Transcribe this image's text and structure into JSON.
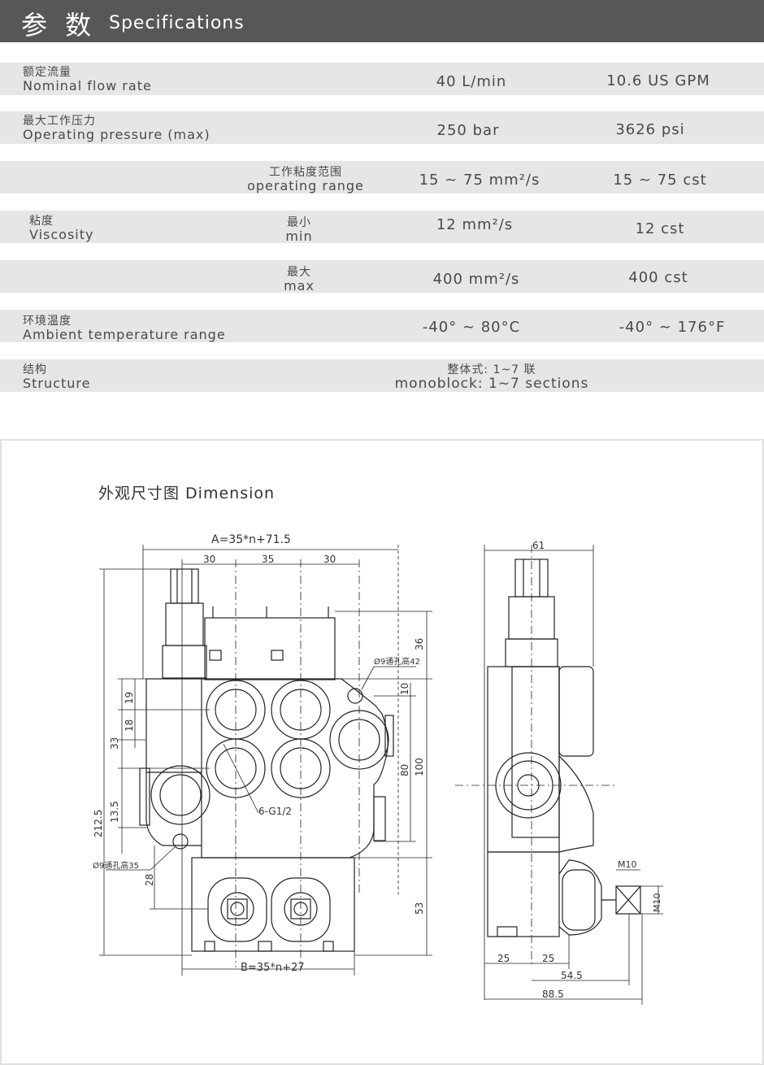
{
  "header": {
    "title_cn": "参 数",
    "title_en": "Specifications"
  },
  "specs": {
    "flow": {
      "label_cn": "额定流量",
      "label_en": "Nominal flow rate",
      "metric": "40 L/min",
      "imperial": "10.6 US GPM"
    },
    "pressure": {
      "label_cn": "最大工作压力",
      "label_en": "Operating pressure (max)",
      "metric": "250 bar",
      "imperial": "3626 psi"
    },
    "viscosity": {
      "label_cn": "粘度",
      "label_en": "Viscosity",
      "range": {
        "label_cn": "工作粘度范围",
        "label_en": "operating range",
        "metric": "15 ~ 75 mm²/s",
        "imperial": "15 ~ 75 cst"
      },
      "min": {
        "label_cn": "最小",
        "label_en": "min",
        "metric": "12 mm²/s",
        "imperial": "12 cst"
      },
      "max": {
        "label_cn": "最大",
        "label_en": "max",
        "metric": "400 mm²/s",
        "imperial": "400 cst"
      }
    },
    "temperature": {
      "label_cn": "环境温度",
      "label_en": "Ambient temperature range",
      "metric": "-40° ~ 80°C",
      "imperial": "-40° ~ 176°F"
    },
    "structure": {
      "label_cn": "结构",
      "label_en": "Structure",
      "value_cn": "整体式: 1~7 联",
      "value_en": "monoblock: 1~7 sections"
    }
  },
  "dimension": {
    "title": "外观尺寸图 Dimension",
    "labels": {
      "width_a": "A=35*n+71.5",
      "d30a": "30",
      "d35": "35",
      "d30b": "30",
      "width_b": "B=35*n+27",
      "d36": "36",
      "d10": "10",
      "d80": "80",
      "d100": "100",
      "d53": "53",
      "d19": "19",
      "d18": "18",
      "d33": "33",
      "d212": "212.5",
      "d13": "13.5",
      "d28": "28",
      "hole_top": "Ø9通孔高42",
      "hole_bottom": "Ø9通孔高35",
      "ports": "6-G1/2",
      "side_61": "61",
      "side_25a": "25",
      "side_25b": "25",
      "side_54": "54.5",
      "side_88": "88.5",
      "m10a": "M10",
      "m10b": "M10"
    }
  }
}
